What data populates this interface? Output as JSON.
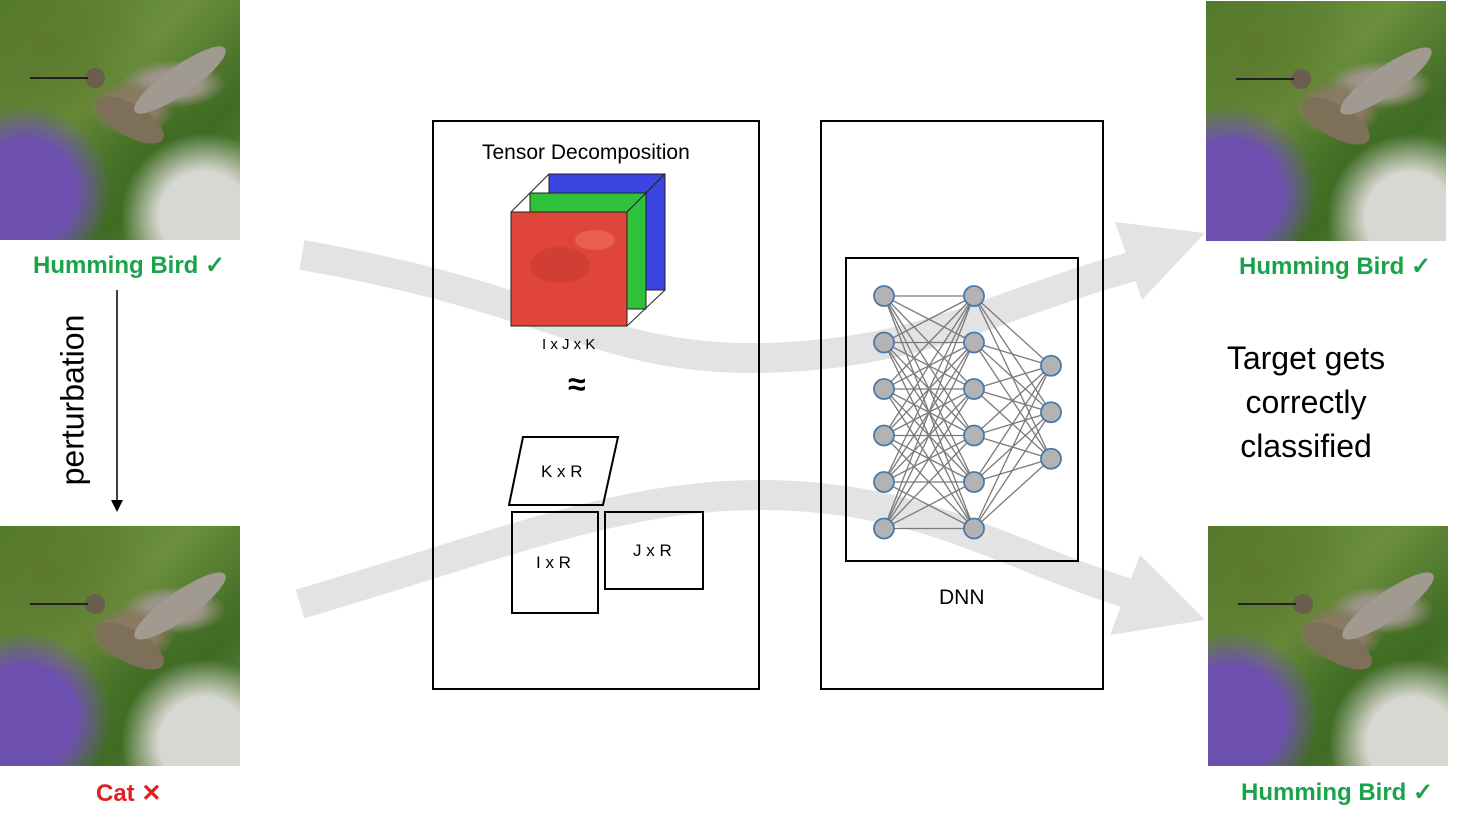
{
  "labels": {
    "top_left": "Humming Bird",
    "bottom_left": "Cat",
    "top_right": "Humming Bird",
    "bottom_right": "Humming Bird",
    "check_symbol": "✓",
    "cross_symbol": "✕"
  },
  "perturbation_label": "perturbation",
  "tensor_panel": {
    "title": "Tensor Decomposition",
    "tensor_dims": "I x J x K",
    "approx_symbol": "≈",
    "factor_k": "K x R",
    "factor_i": "I x R",
    "factor_j": "J x R"
  },
  "dnn_panel": {
    "label": "DNN",
    "layers": [
      6,
      6,
      3
    ]
  },
  "result_text": {
    "line1": "Target gets",
    "line2": "correctly",
    "line3": "classified"
  },
  "colors": {
    "ok_green": "#1aa34a",
    "bad_red": "#e02020",
    "arrow_gray": "#e3e3e3",
    "node_fill": "#b3b3b3",
    "node_stroke": "#4a7aa8",
    "edge": "#7a7a7a"
  }
}
